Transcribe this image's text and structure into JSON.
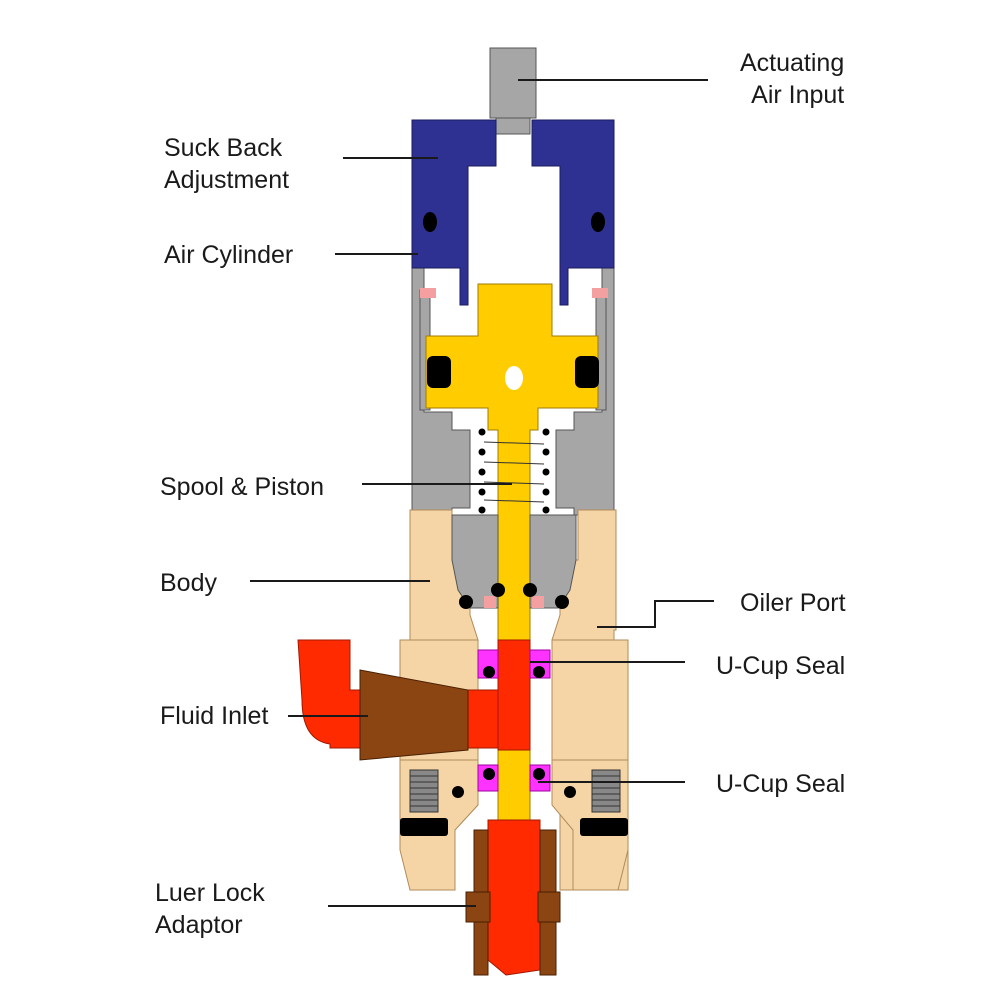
{
  "labels": {
    "actuating_air_input": "Actuating\nAir Input",
    "suck_back_adjustment": "Suck Back\nAdjustment",
    "air_cylinder": "Air Cylinder",
    "spool_piston": "Spool & Piston",
    "body": "Body",
    "oiler_port": "Oiler Port",
    "ucup_seal_upper": "U-Cup Seal",
    "fluid_inlet": "Fluid Inlet",
    "ucup_seal_lower": "U-Cup Seal",
    "luer_lock_adaptor": "Luer Lock\nAdaptor"
  },
  "colors": {
    "gray_metal": "#a6a6a6",
    "blue_adjust": "#2e3192",
    "yellow_spool": "#ffcc00",
    "tan_body": "#f5d5a6",
    "red_fluid": "#ff2a00",
    "brown_fitting": "#8b4513",
    "magenta_seal": "#ff33ff",
    "pink_seal": "#f4a0a0",
    "black_oring": "#000000",
    "leader_line": "#1a1a1a"
  }
}
